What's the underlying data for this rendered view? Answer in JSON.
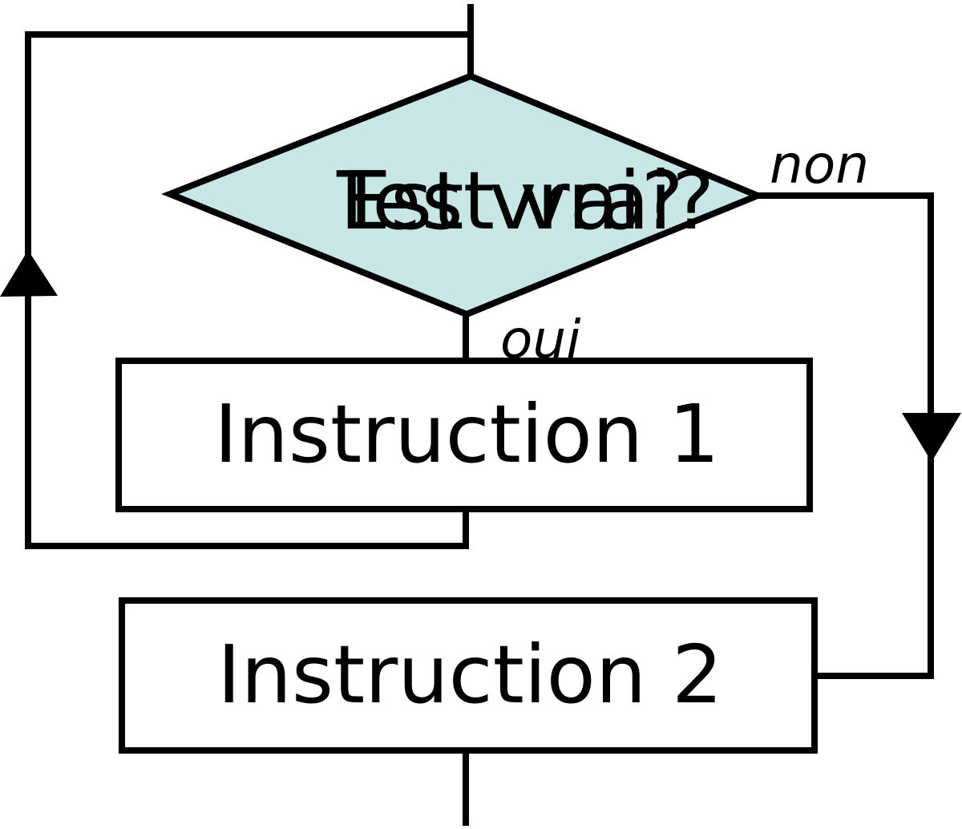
{
  "diagram": {
    "decision": {
      "label_a": "Test vrai?",
      "label_b": "Est vrai?"
    },
    "yes_label": "oui",
    "no_label": "non",
    "instruction_1": "Instruction 1",
    "instruction_2": "Instruction 2"
  },
  "colors": {
    "decision_fill": "#c8e6e6",
    "stroke": "#000000"
  }
}
